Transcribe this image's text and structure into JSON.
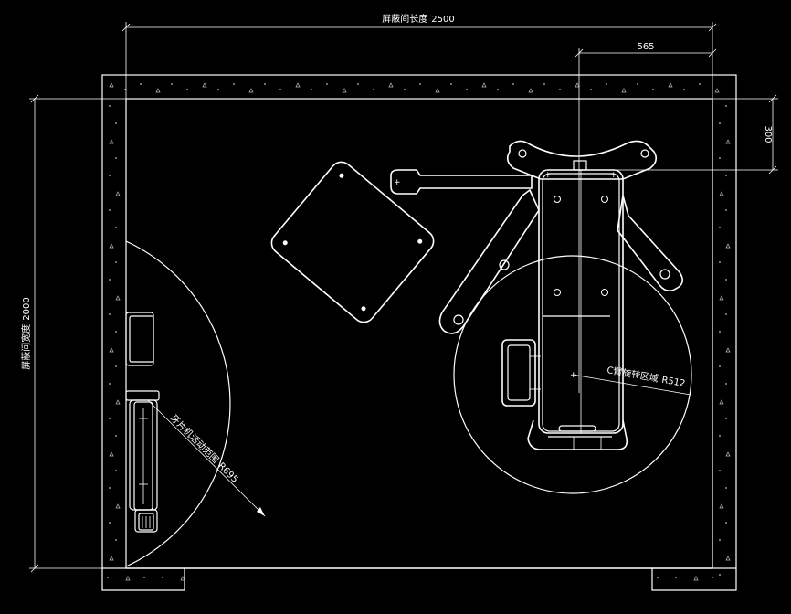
{
  "dimensions": {
    "length_label": "屏蔽间长度",
    "length_value": "2500",
    "width_label": "屏蔽间宽度",
    "width_value": "2000",
    "offset_x_value": "565",
    "offset_y_value": "300"
  },
  "zones": {
    "dental_label": "牙片机活动范围",
    "dental_radius": "R695",
    "carm_label": "C臂旋转区域",
    "carm_radius": "R512"
  },
  "colors": {
    "background": "#000000",
    "line": "#ffffff",
    "wall_hatch": "#bfbfbf"
  }
}
